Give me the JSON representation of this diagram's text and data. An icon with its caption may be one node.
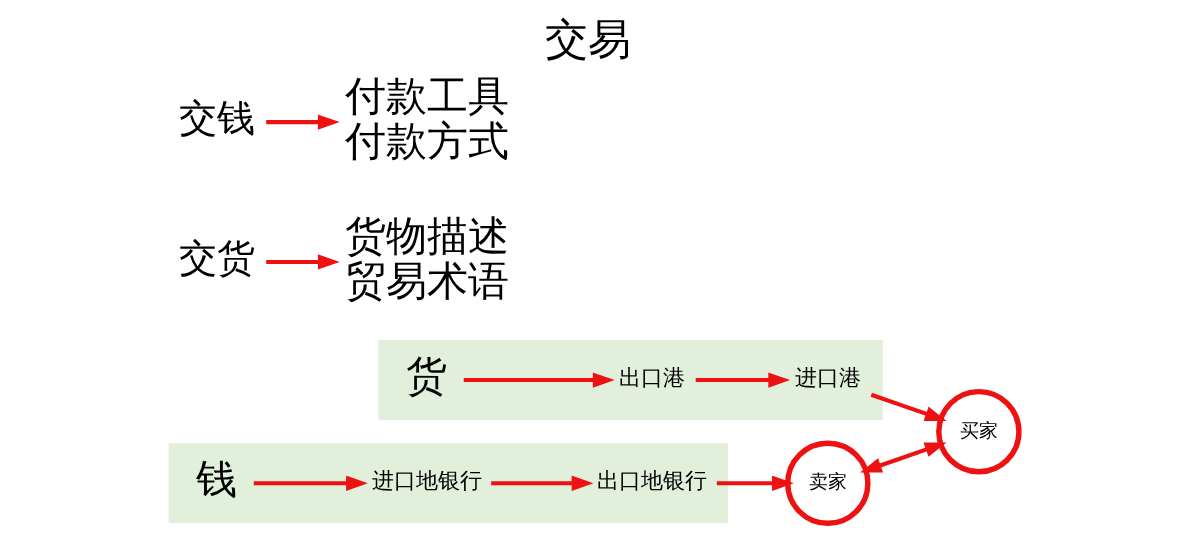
{
  "diagram": {
    "title": "交易",
    "nodes": [
      {
        "text": [],
        "shape": "box"
      },
      {
        "text": [
          "货"
        ],
        "in": 0
      },
      {
        "text": [
          "出口港"
        ],
        "in": 0
      },
      {
        "text": [
          "进口港"
        ],
        "in": 0
      },
      {
        "text": [
          "卖家"
        ]
      },
      {
        "text": [
          "买家"
        ]
      },
      {
        "text": [],
        "shape": "box"
      },
      {
        "text": [
          "出口地银行"
        ],
        "in": 6
      },
      {
        "text": [
          "进口地银行"
        ],
        "in": 6
      },
      {
        "text": [
          "钱"
        ],
        "in": 6
      },
      {
        "text": [
          "交货"
        ]
      },
      {
        "text": [
          "货物描述",
          "贸易术语"
        ]
      },
      {
        "text": [
          "交钱"
        ]
      },
      {
        "text": [
          "付款工具",
          "付款方式"
        ]
      }
    ],
    "edges": [
      {
        "from": 1,
        "to": 2,
        "arrow": "to"
      },
      {
        "from": 2,
        "to": 3,
        "arrow": "to"
      },
      {
        "from": 3,
        "to": 5,
        "arrow": "to"
      },
      {
        "from": 4,
        "to": 5,
        "arrow": "both"
      },
      {
        "from": 7,
        "to": 4,
        "arrow": "to"
      },
      {
        "from": 8,
        "to": 7,
        "arrow": "to"
      },
      {
        "from": 9,
        "to": 8,
        "arrow": "to"
      },
      {
        "from": 10,
        "to": 11,
        "arrow": "to"
      },
      {
        "from": 12,
        "to": 13,
        "arrow": "to"
      }
    ]
  }
}
